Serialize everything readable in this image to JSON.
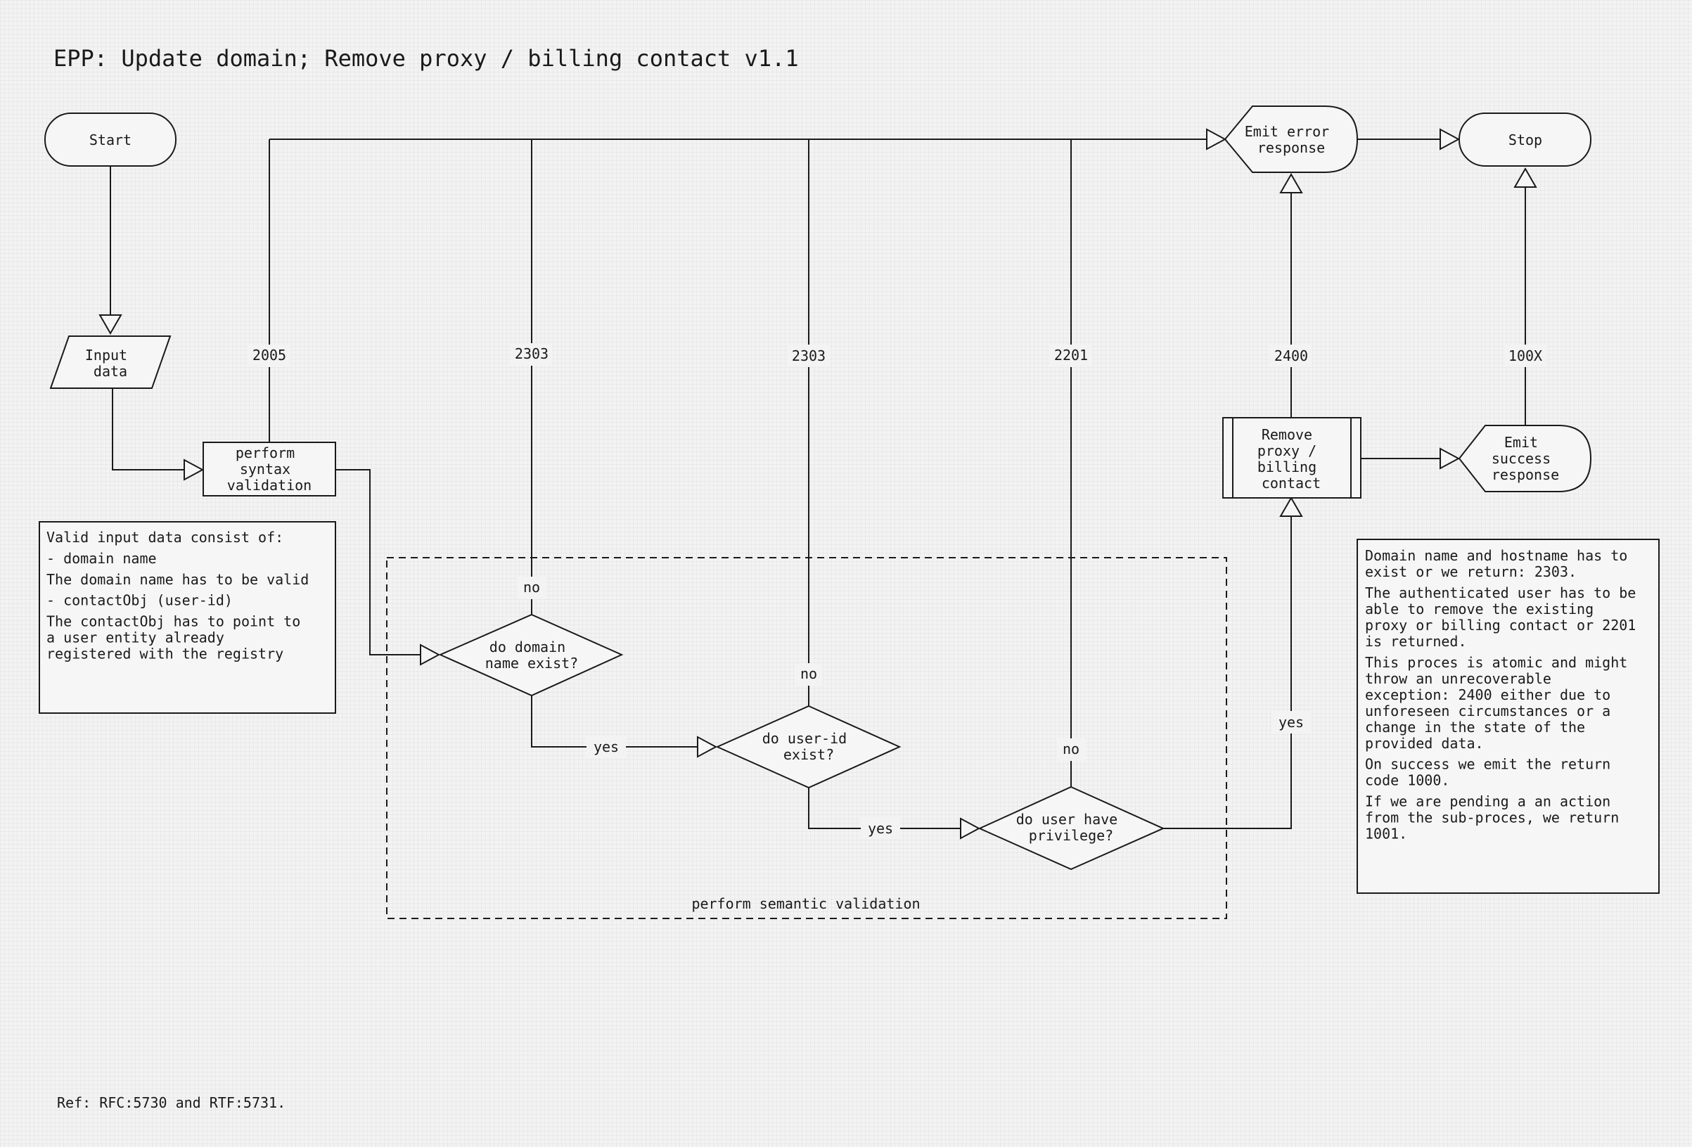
{
  "title": "EPP: Update domain; Remove proxy / billing contact v1.1",
  "nodes": {
    "start": "Start",
    "input_data": [
      "Input",
      "data"
    ],
    "syntax": [
      "perform",
      "syntax",
      "validation"
    ],
    "domain_exist": [
      "do domain",
      "name exist?"
    ],
    "user_exist": [
      "do user-id",
      "exist?"
    ],
    "privilege": [
      "do user have",
      "privilege?"
    ],
    "remove": [
      "Remove",
      "proxy /",
      "billing",
      "contact"
    ],
    "emit_error": [
      "Emit error",
      "response"
    ],
    "emit_success": [
      "Emit",
      "success",
      "response"
    ],
    "stop": "Stop"
  },
  "edge_labels": {
    "code_2005": "2005",
    "code_2303_a": "2303",
    "code_2303_b": "2303",
    "code_2201": "2201",
    "code_2400": "2400",
    "code_100x": "100X",
    "no_domain": "no",
    "no_user": "no",
    "no_privilege": "no",
    "yes_domain": "yes",
    "yes_user": "yes",
    "yes_privilege": "yes"
  },
  "group_label": "perform semantic validation",
  "notes": {
    "input_note": [
      "Valid input data consist of:",
      "",
      "- domain name",
      "",
      "The domain name has to be valid",
      "",
      "- contactObj (user-id)",
      "",
      "The contactObj has to point to",
      "a user entity already",
      "registered with the registry"
    ],
    "process_note": [
      "Domain name and hostname has to",
      "exist or we return: 2303.",
      "",
      "The authenticated user has to be",
      "able to remove the existing",
      "proxy or billing contact or 2201",
      "is returned.",
      "",
      "This proces is atomic and might",
      "throw an unrecoverable",
      "exception: 2400 either due to",
      "unforeseen circumstances or a",
      "change in the state of the",
      "provided data.",
      "",
      "On success we emit the return",
      "code 1000.",
      "",
      "If we are pending a an action",
      "from the sub-proces, we return",
      "1001."
    ]
  },
  "footer": "Ref: RFC:5730 and RTF:5731."
}
